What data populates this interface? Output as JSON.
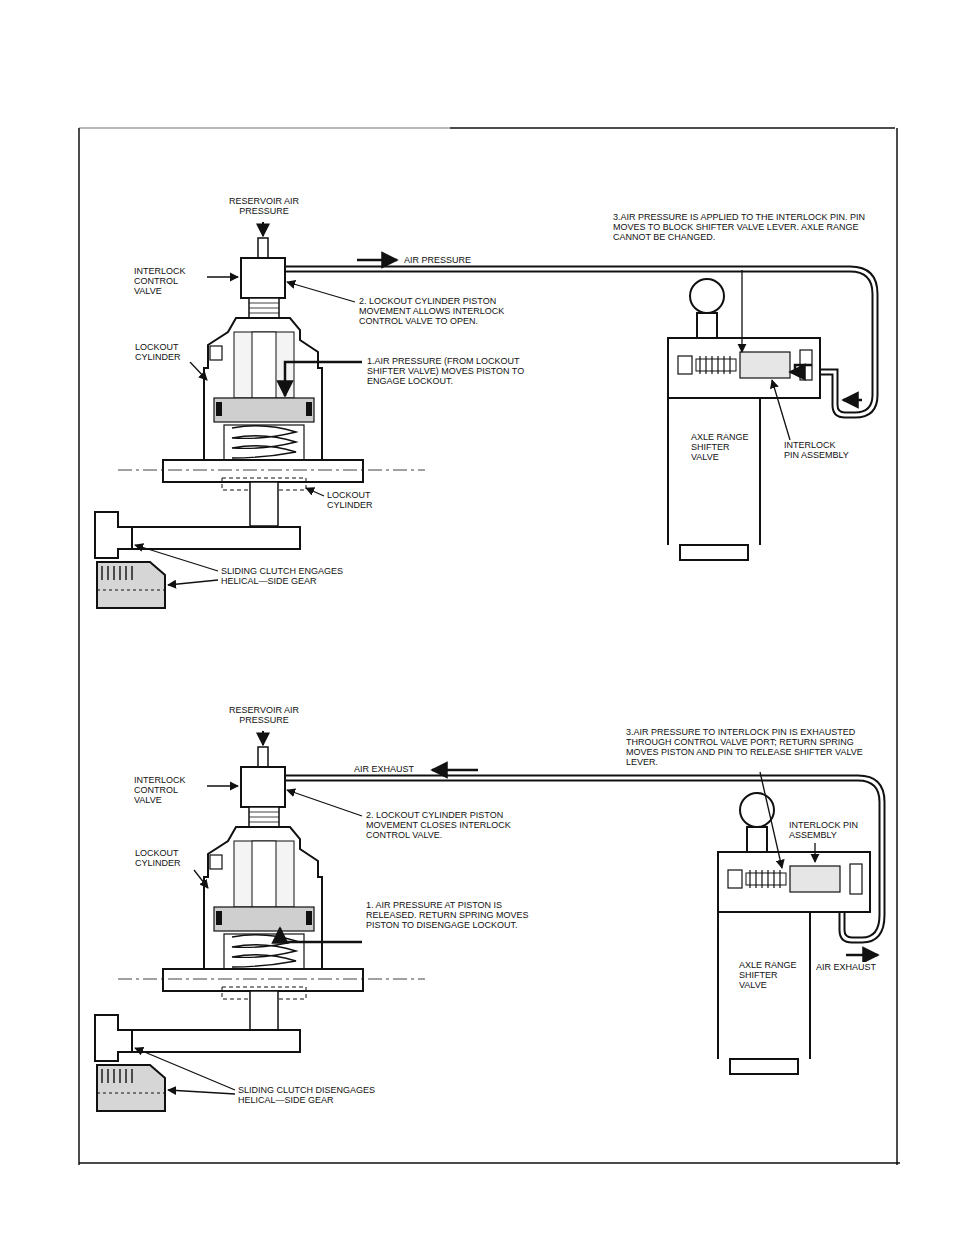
{
  "diagram": {
    "labels": [
      "RESERVOIR AIR PRESSURE",
      "INTERLOCK CONTROL VALVE",
      "AIR PRESSURE",
      "2. LOCKOUT CYLINDER PISTON MOVEMENT ALLOWS INTERLOCK CONTROL VALVE TO OPEN.",
      "3.AIR PRESSURE IS APPLIED TO THE INTERLOCK PIN. PIN MOVES TO BLOCK SHIFTER VALVE LEVER. AXLE RANGE CANNOT BE CHANGED.",
      "LOCKOUT CYLINDER",
      "1.AIR PRESSURE (FROM LOCKOUT SHIFTER VALVE) MOVES PISTON TO ENGAGE LOCKOUT.",
      "AXLE RANGE SHIFTER VALVE",
      "INTERLOCK PIN ASSEMBLY",
      "LOCKOUT CYLINDER",
      "SLIDING CLUTCH ENGAGES HELICAL—SIDE GEAR",
      "RESERVOIR AIR PRESSURE",
      "INTERLOCK CONTROL VALVE",
      "AIR EXHAUST",
      "3.AIR PRESSURE TO INTERLOCK PIN IS EXHAUSTED THROUGH CONTROL VALVE PORT; RETURN SPRING MOVES PISTON AND PIN TO RELEASE SHIFTER VALVE LEVER.",
      "2. LOCKOUT CYLINDER PISTON MOVEMENT CLOSES INTERLOCK CONTROL VALVE.",
      "LOCKOUT CYLINDER",
      "INTERLOCK PIN ASSEMBLY",
      "1. AIR PRESSURE AT PISTON IS RELEASED. RETURN SPRING MOVES PISTON TO DISENGAGE LOCKOUT.",
      "AXLE RANGE SHIFTER VALVE",
      "AIR EXHAUST",
      "SLIDING CLUTCH DISENGAGES HELICAL—SIDE GEAR"
    ]
  }
}
